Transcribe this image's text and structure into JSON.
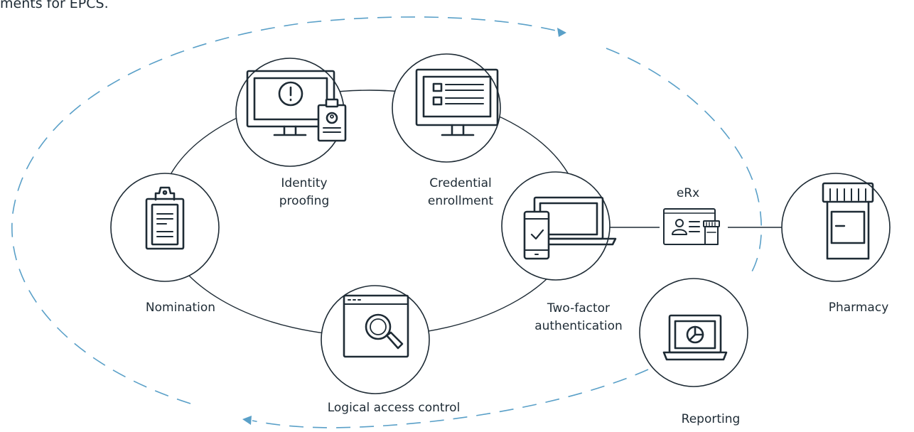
{
  "header_text": "ments for EPCS.",
  "colors": {
    "stroke": "#1e2b35",
    "dashed_cycle": "#5aa0c8",
    "background": "#ffffff"
  },
  "nodes": {
    "nomination": {
      "label": "Nomination",
      "icon": "clipboard-icon"
    },
    "identity_proofing": {
      "label_line1": "Identity",
      "label_line2": "proofing",
      "icon": "monitor-alert-badge-icon"
    },
    "credential_enrollment": {
      "label_line1": "Credential",
      "label_line2": "enrollment",
      "icon": "monitor-checklist-icon"
    },
    "two_factor": {
      "label_line1": "Two-factor",
      "label_line2": "authentication",
      "icon": "laptop-phone-check-icon"
    },
    "logical_access": {
      "label": "Logical access control",
      "icon": "browser-magnifier-icon"
    },
    "reporting": {
      "label": "Reporting",
      "icon": "laptop-pie-chart-icon"
    },
    "pharmacy": {
      "label": "Pharmacy",
      "icon": "pill-bottle-icon"
    }
  },
  "erx": {
    "label": "eRx",
    "icon": "prescription-card-icon"
  }
}
